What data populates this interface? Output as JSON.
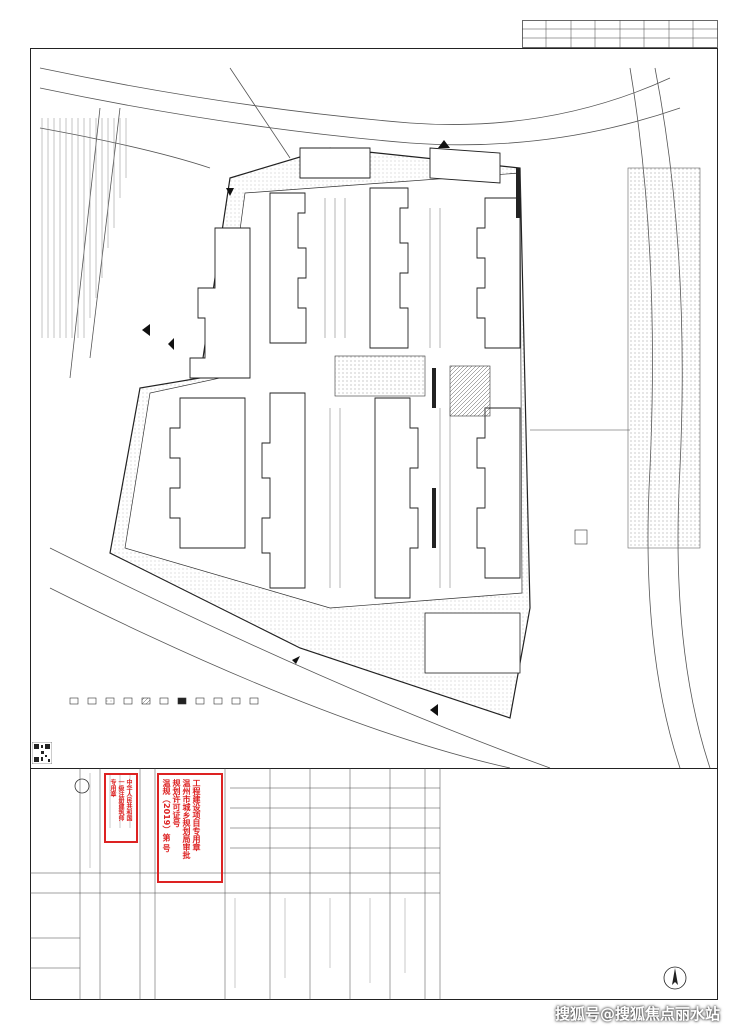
{
  "document": {
    "stamp_right_lines": [
      "工程建设项目专用章",
      "温州市城乡规划局审批",
      "规划许可证号",
      "温规（2019）第 号"
    ],
    "stamp_left_lines": [
      "中华人民共和国",
      "一级注册建筑师",
      "专用章"
    ],
    "watermark": "搜狐号@搜狐焦点丽水站"
  },
  "colors": {
    "line": "#333333",
    "stamp": "#dd2222",
    "background": "#ffffff"
  }
}
